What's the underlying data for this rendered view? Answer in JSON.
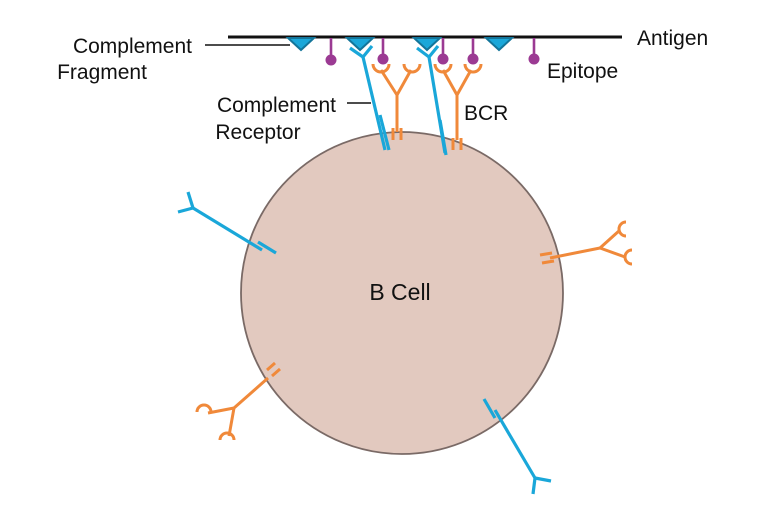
{
  "title": "B Cell activation by antigen with complement",
  "labels": {
    "complement_fragment_line1": "Complement",
    "complement_fragment_line2": "Fragment",
    "complement_receptor_line1": "Complement",
    "complement_receptor_line2": "Receptor",
    "antigen": "Antigen",
    "epitope": "Epitope",
    "bcr": "BCR",
    "cell": "B Cell"
  },
  "colors": {
    "cell_fill": "#e2c9bf",
    "cell_stroke": "#7a6a66",
    "complement_receptor": "#1aa7d9",
    "bcr": "#f0893a",
    "epitope": "#9b3a93",
    "complement_fragment": "#1aa7d9",
    "antigen": "#111111"
  }
}
